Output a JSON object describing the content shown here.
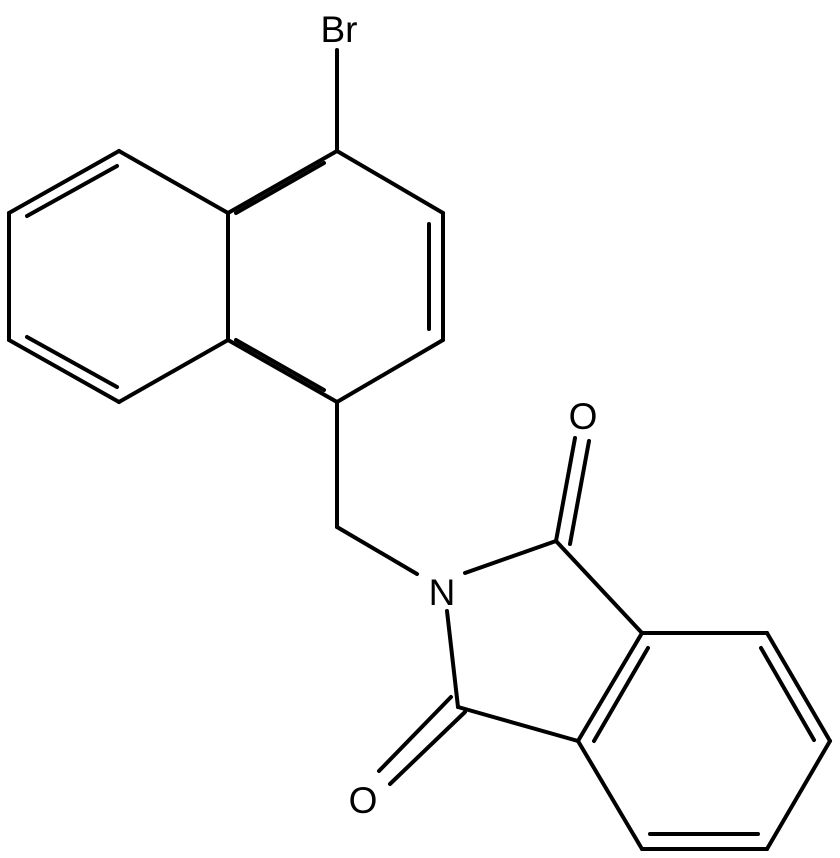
{
  "molecule": {
    "atoms": {
      "br": "Br",
      "n": "N",
      "o_top": "O",
      "o_bottom": "O"
    }
  }
}
